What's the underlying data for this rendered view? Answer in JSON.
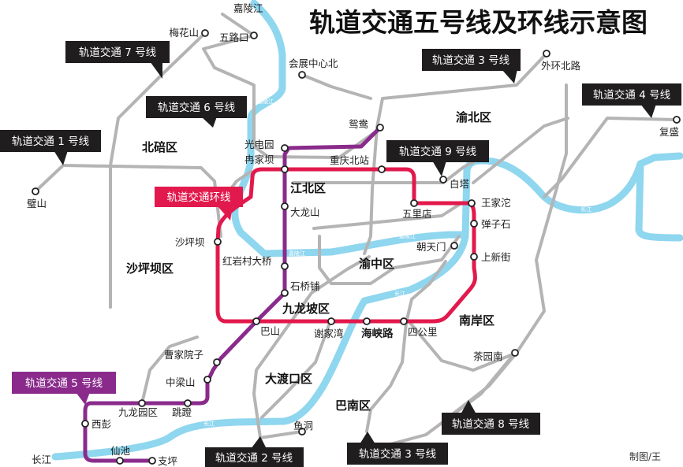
{
  "title": "轨道交通五号线及环线示意图",
  "credit": "制图/王",
  "colors": {
    "loop_line": "#e2194c",
    "line5": "#8a2b8c",
    "other_lines": "#b4b4b4",
    "river": "#8fd6ef",
    "callout_default": "#1f1d1e"
  },
  "callouts": {
    "line7": "轨道交通 7 号线",
    "line6": "轨道交通 6 号线",
    "line1": "轨道交通 1 号线",
    "loop": "轨道交通环线",
    "line3_top": "轨道交通 3 号线",
    "line4": "轨道交通 4 号线",
    "line9": "轨道交通 9 号线",
    "line5": "轨道交通 5 号线",
    "line2": "轨道交通 2 号线",
    "line3_bottom": "轨道交通 3 号线",
    "line8": "轨道交通 8 号线"
  },
  "districts": {
    "yubei": "渝北区",
    "beibei": "北碚区",
    "jiangbei": "江北区",
    "shapingba": "沙坪坝区",
    "yuzhong": "渝中区",
    "jiulongpo": "九龙坡区",
    "nanan": "南岸区",
    "dadukou": "大渡口区",
    "banan": "巴南区"
  },
  "rivers": {
    "jialing_top": "嘉陵江",
    "changjiang_bottom": "长江",
    "tags": [
      "嘉陵江",
      "嘉陵江",
      "嘉陵江",
      "长江",
      "长江",
      "长江"
    ]
  },
  "stations": {
    "meihuashan": "梅花山",
    "wulukou": "五路口",
    "huizhan": "会展中心北",
    "waihuanbeilu": "外环北路",
    "fusheng": "复盛",
    "yuanyang": "鸳鸯",
    "guangdianyuan": "光电园",
    "ranjiaba": "冉家坝",
    "chongqingbeizhan": "重庆北站",
    "baita": "白塔",
    "wangjiatuo": "王家沱",
    "danzishi": "弹子石",
    "wulidian": "五里店",
    "dalongshan": "大龙山",
    "shapingba": "沙坪坝",
    "chaotianmen": "朝天门",
    "shangxinjie": "上新街",
    "hongyancun": "红岩村大桥",
    "shiqiaopu": "石桥铺",
    "bashan": "巴山",
    "xiejiawan": "谢家湾",
    "haixialu": "海峡路",
    "sigongli": "四公里",
    "chayuannan": "茶园南",
    "caojiayuanzi": "曹家院子",
    "zhongliangshan": "中梁山",
    "jiulongyuanqu": "九龙园区",
    "tiaodeng": "跳蹬",
    "xipeng": "西彭",
    "xianchi": "仙池",
    "zhiping": "支坪",
    "yudong": "鱼洞",
    "bishan": "璧山"
  }
}
